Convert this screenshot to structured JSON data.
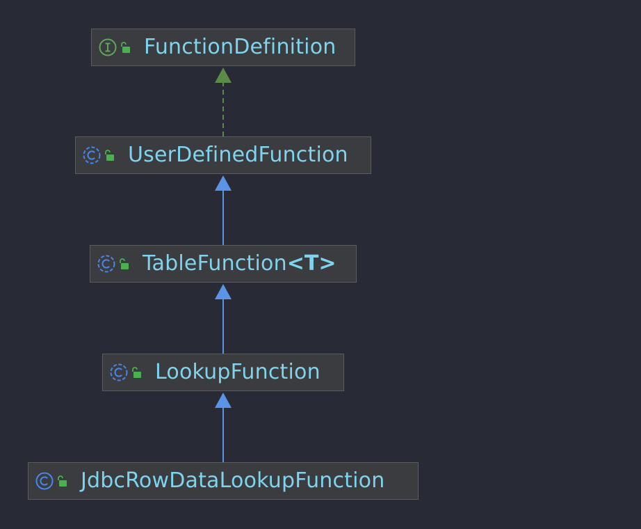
{
  "diagram": {
    "nodes": [
      {
        "id": "function-definition",
        "kind": "interface",
        "kind_icon": "interface-icon",
        "access_icon": "public-lock-icon",
        "label": "FunctionDefinition",
        "generic": ""
      },
      {
        "id": "user-defined-function",
        "kind": "abstract-class",
        "kind_icon": "abstract-class-icon",
        "access_icon": "public-lock-icon",
        "label": "UserDefinedFunction",
        "generic": ""
      },
      {
        "id": "table-function",
        "kind": "abstract-class",
        "kind_icon": "abstract-class-icon",
        "access_icon": "public-lock-icon",
        "label": "TableFunction",
        "generic": "<T>"
      },
      {
        "id": "lookup-function",
        "kind": "abstract-class",
        "kind_icon": "abstract-class-icon",
        "access_icon": "public-lock-icon",
        "label": "LookupFunction",
        "generic": ""
      },
      {
        "id": "jdbc-row-data-lookup-function",
        "kind": "class",
        "kind_icon": "class-icon",
        "access_icon": "public-lock-icon",
        "label": "JdbcRowDataLookupFunction",
        "generic": ""
      }
    ],
    "edges": [
      {
        "from": "user-defined-function",
        "to": "function-definition",
        "type": "implements"
      },
      {
        "from": "table-function",
        "to": "user-defined-function",
        "type": "extends"
      },
      {
        "from": "lookup-function",
        "to": "table-function",
        "type": "extends"
      },
      {
        "from": "jdbc-row-data-lookup-function",
        "to": "lookup-function",
        "type": "extends"
      }
    ],
    "colors": {
      "background": "#282a35",
      "node_fill": "#3b3c3f",
      "node_border": "#5a5c60",
      "label": "#7fd3ec",
      "extends_edge": "#5b93e6",
      "implements_edge": "#5c8a48",
      "interface_icon": "#5fa65a",
      "class_icon": "#4a86e8",
      "lock_icon": "#4caf50"
    }
  }
}
